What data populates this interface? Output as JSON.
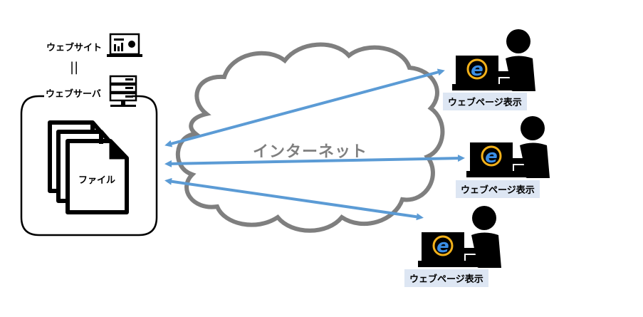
{
  "server": {
    "website_label": "ウェブサイト",
    "equals_symbol": "||",
    "webserver_label": "ウェブサーバ",
    "file_label": "ファイル"
  },
  "internet": {
    "label": "インターネット"
  },
  "clients": [
    {
      "label": "ウェブページ表示"
    },
    {
      "label": "ウェブページ表示"
    },
    {
      "label": "ウェブページ表示"
    }
  ],
  "colors": {
    "arrow": "#5b9bd5",
    "cloud_stroke": "#7f7f7f",
    "label_bg": "#dde6f3",
    "browser_icon_bg": "#1f3a6b",
    "browser_icon_fg": "#3a8ee6",
    "browser_icon_ring": "#f2b11a"
  },
  "icons": [
    "website-monitor-icon",
    "server-rack-icon",
    "document-stack-icon",
    "user-computer-icon",
    "browser-e-icon"
  ]
}
